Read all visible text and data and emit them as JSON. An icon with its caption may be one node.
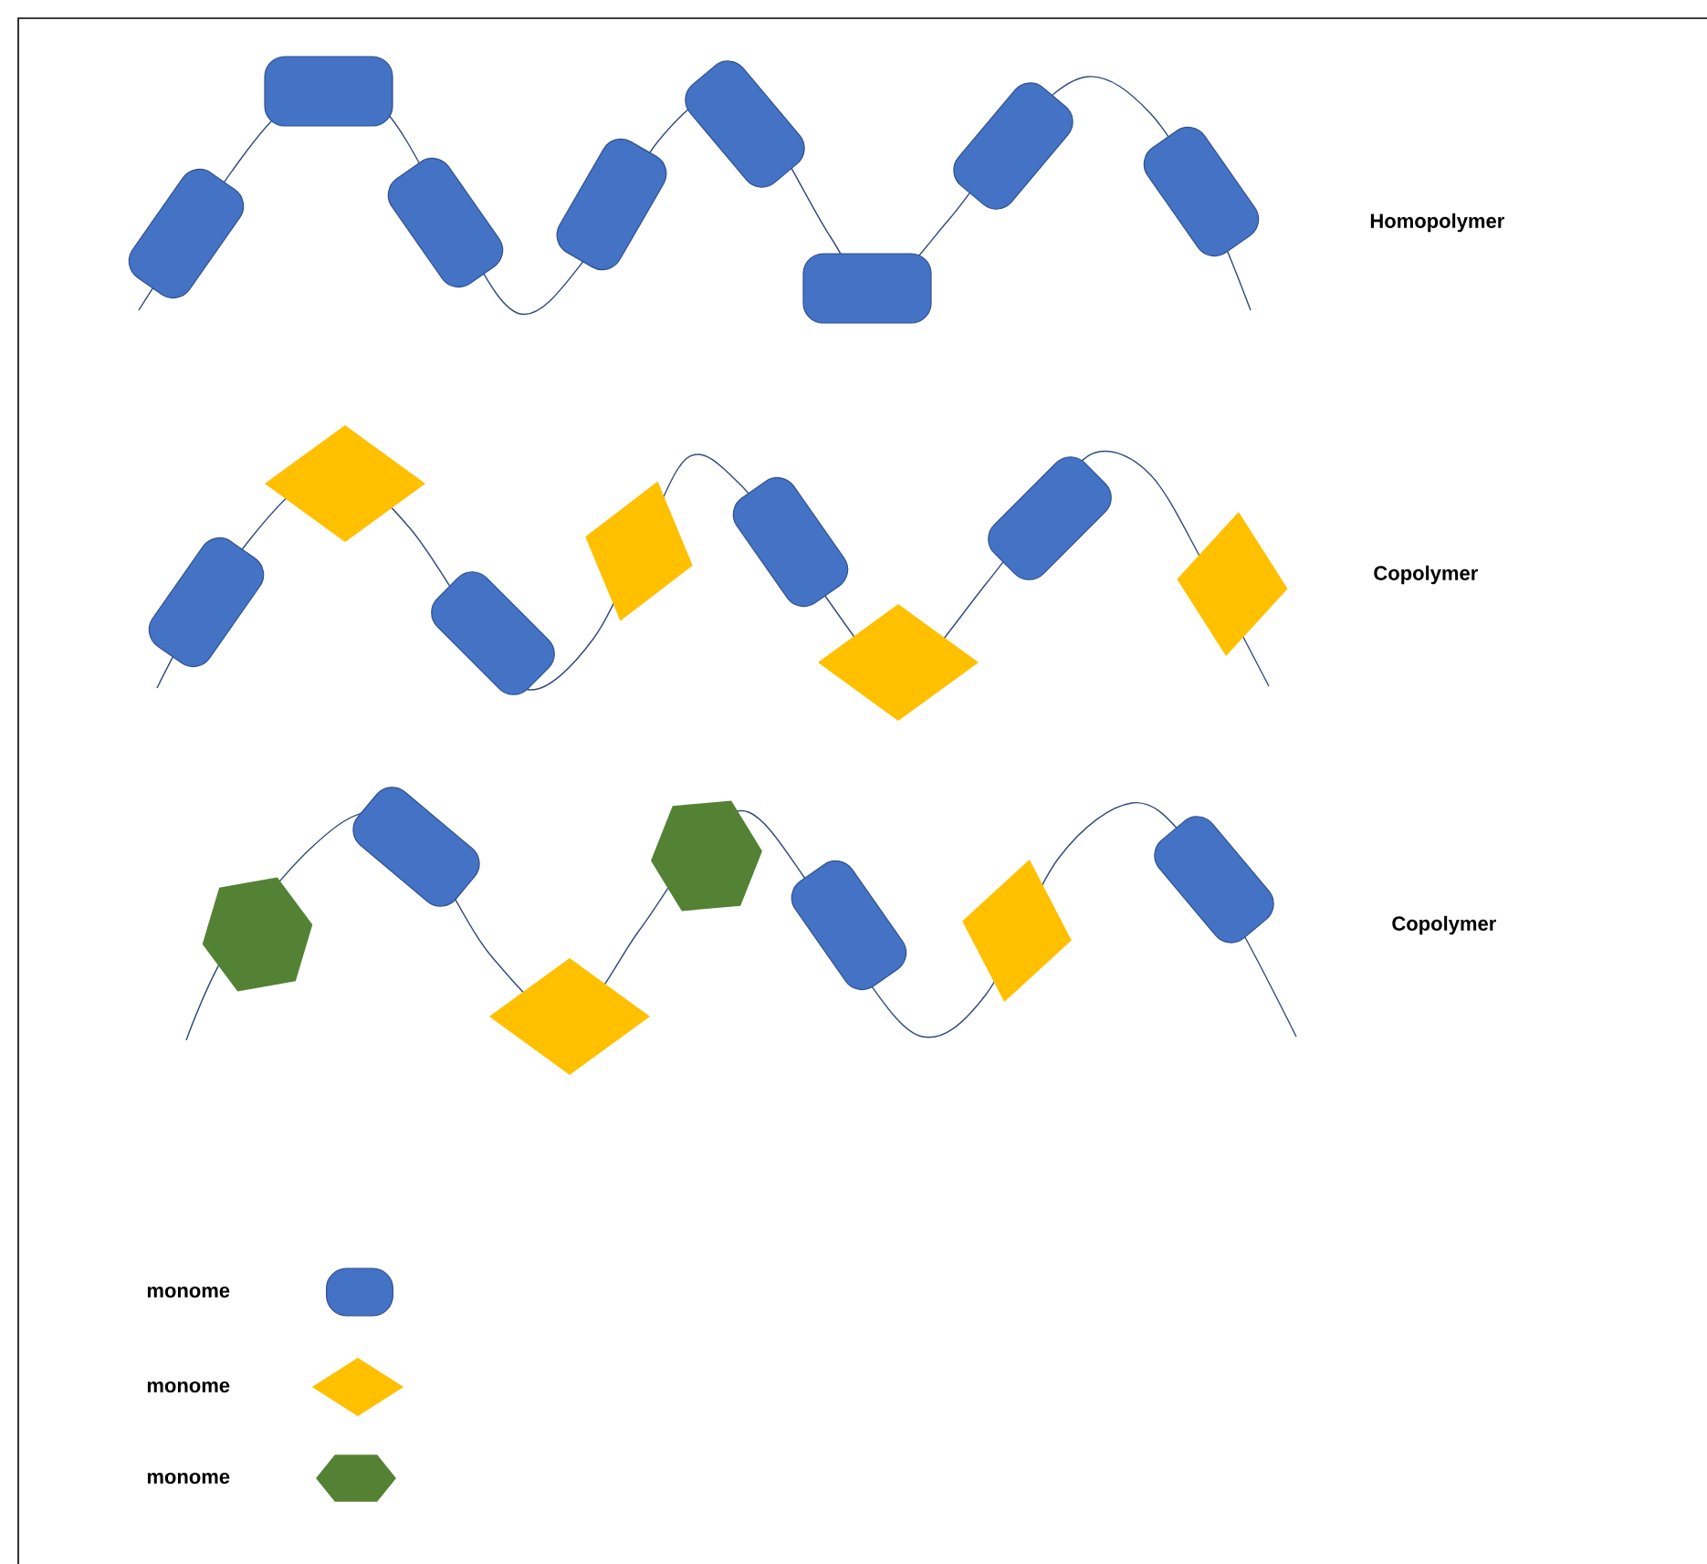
{
  "diagram": {
    "labels": [
      "Homopolymer",
      "Copolymer",
      "Copolymer"
    ],
    "legend": [
      {
        "text": "monome",
        "color": "#4472c4"
      },
      {
        "text": "monome",
        "color": "#ffc000"
      },
      {
        "text": "monome",
        "color": "#548235"
      }
    ]
  }
}
